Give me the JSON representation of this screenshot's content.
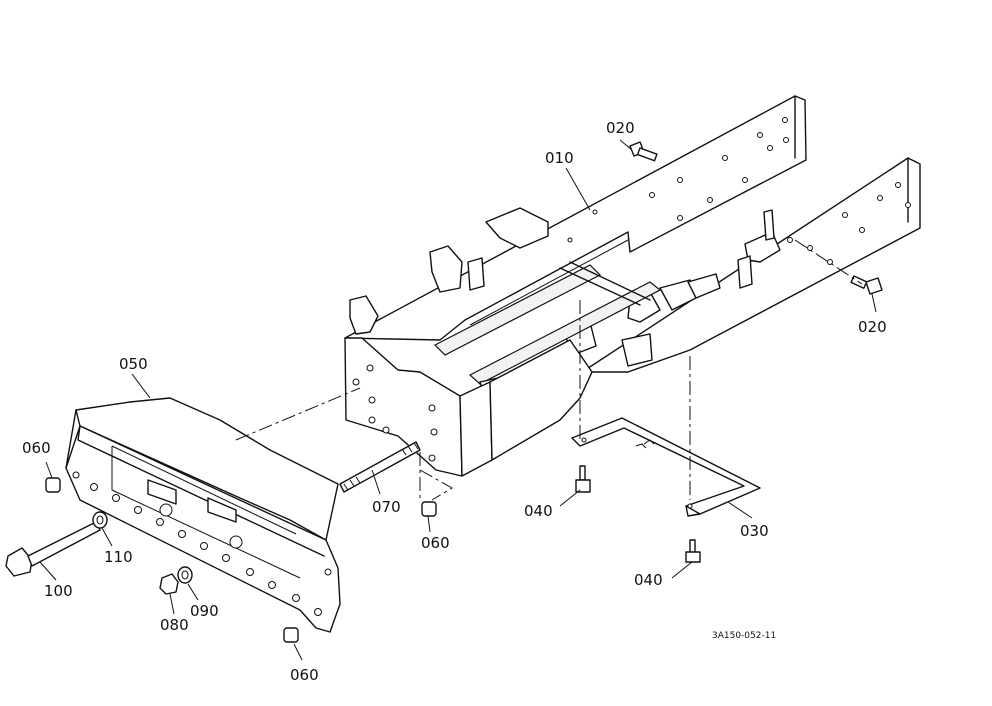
{
  "parts": {
    "p010": "010",
    "p020a": "020",
    "p020b": "020",
    "p030": "030",
    "p040a": "040",
    "p040b": "040",
    "p050": "050",
    "p060a": "060",
    "p060b": "060",
    "p060c": "060",
    "p070": "070",
    "p080": "080",
    "p090": "090",
    "p100": "100",
    "p110": "110"
  },
  "diagram_code": "3A150-052-11"
}
